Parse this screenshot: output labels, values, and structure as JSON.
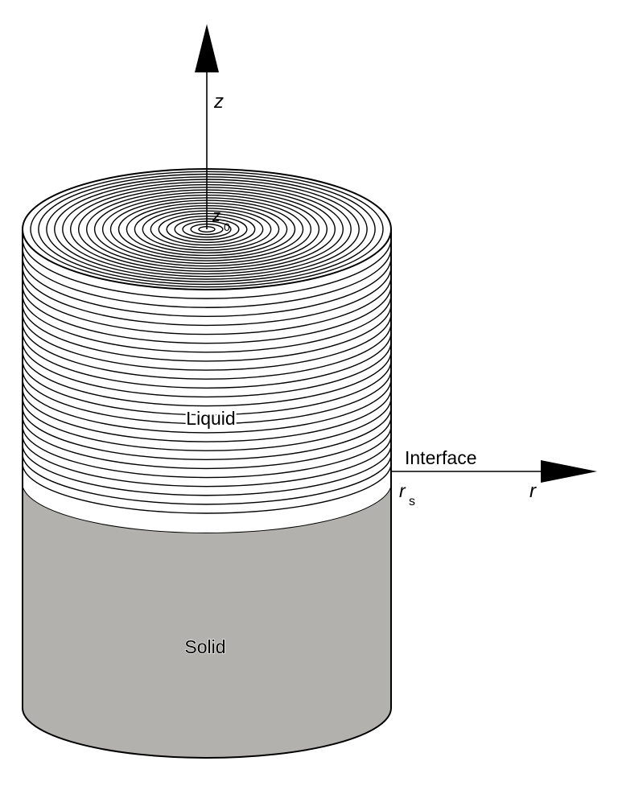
{
  "labels": {
    "z_axis": "z",
    "z0_base": "z",
    "z0_sub": "0",
    "liquid": "Liquid",
    "solid": "Solid",
    "interface": "Interface",
    "rs_base": "r",
    "rs_sub": "s",
    "r_axis": "r"
  },
  "colors": {
    "solid_fill": "#b3b1ae",
    "line": "#000000",
    "background": "#ffffff"
  }
}
